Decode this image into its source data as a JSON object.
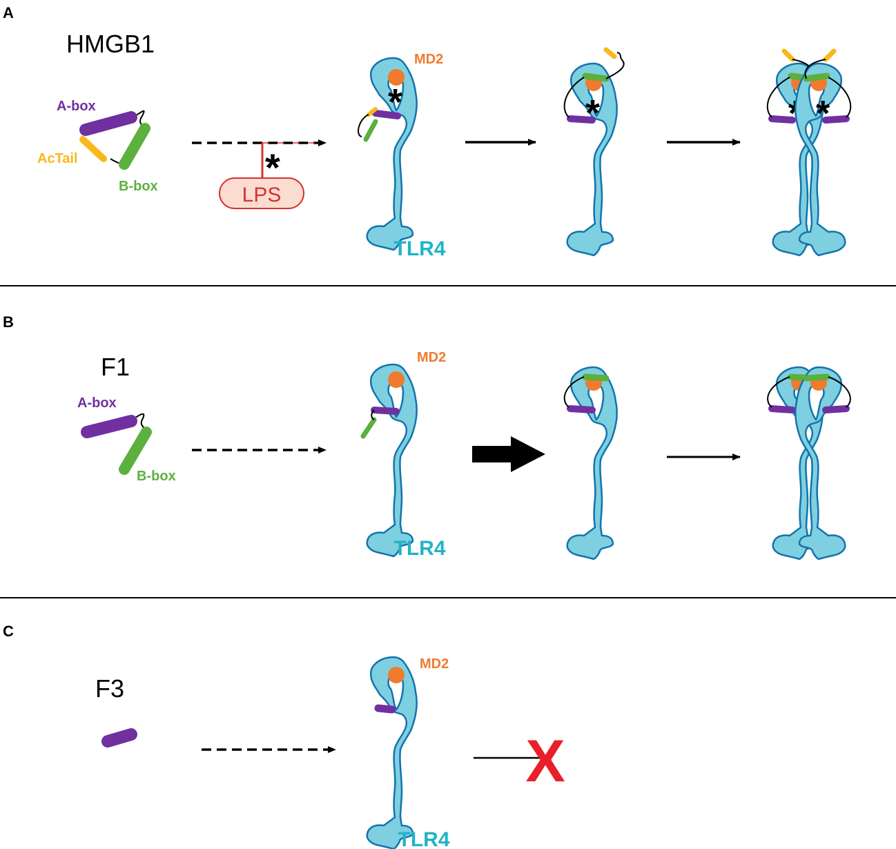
{
  "colors": {
    "tlr4_fill": "#7ecfe0",
    "tlr4_stroke": "#1273ad",
    "md2": "#f07a2e",
    "a_box": "#7030a0",
    "b_box": "#5cb03e",
    "actail": "#f9b81b",
    "lps_fill": "#fbdcd0",
    "lps_stroke": "#d63131",
    "tlr4_label": "#22b3c8",
    "inhibit_x": "#e8202a"
  },
  "panels": {
    "a": {
      "letter": "A",
      "title": "HMGB1",
      "a_box_label": "A-box",
      "actail_label": "AcTail",
      "b_box_label": "B-box",
      "lps_label": "LPS",
      "md2_label": "MD2",
      "tlr4_label": "TLR4"
    },
    "b": {
      "letter": "B",
      "title": "F1",
      "a_box_label": "A-box",
      "b_box_label": "B-box",
      "md2_label": "MD2",
      "tlr4_label": "TLR4"
    },
    "c": {
      "letter": "C",
      "title": "F3",
      "md2_label": "MD2",
      "tlr4_label": "TLR4",
      "blocked_mark": "X"
    }
  }
}
